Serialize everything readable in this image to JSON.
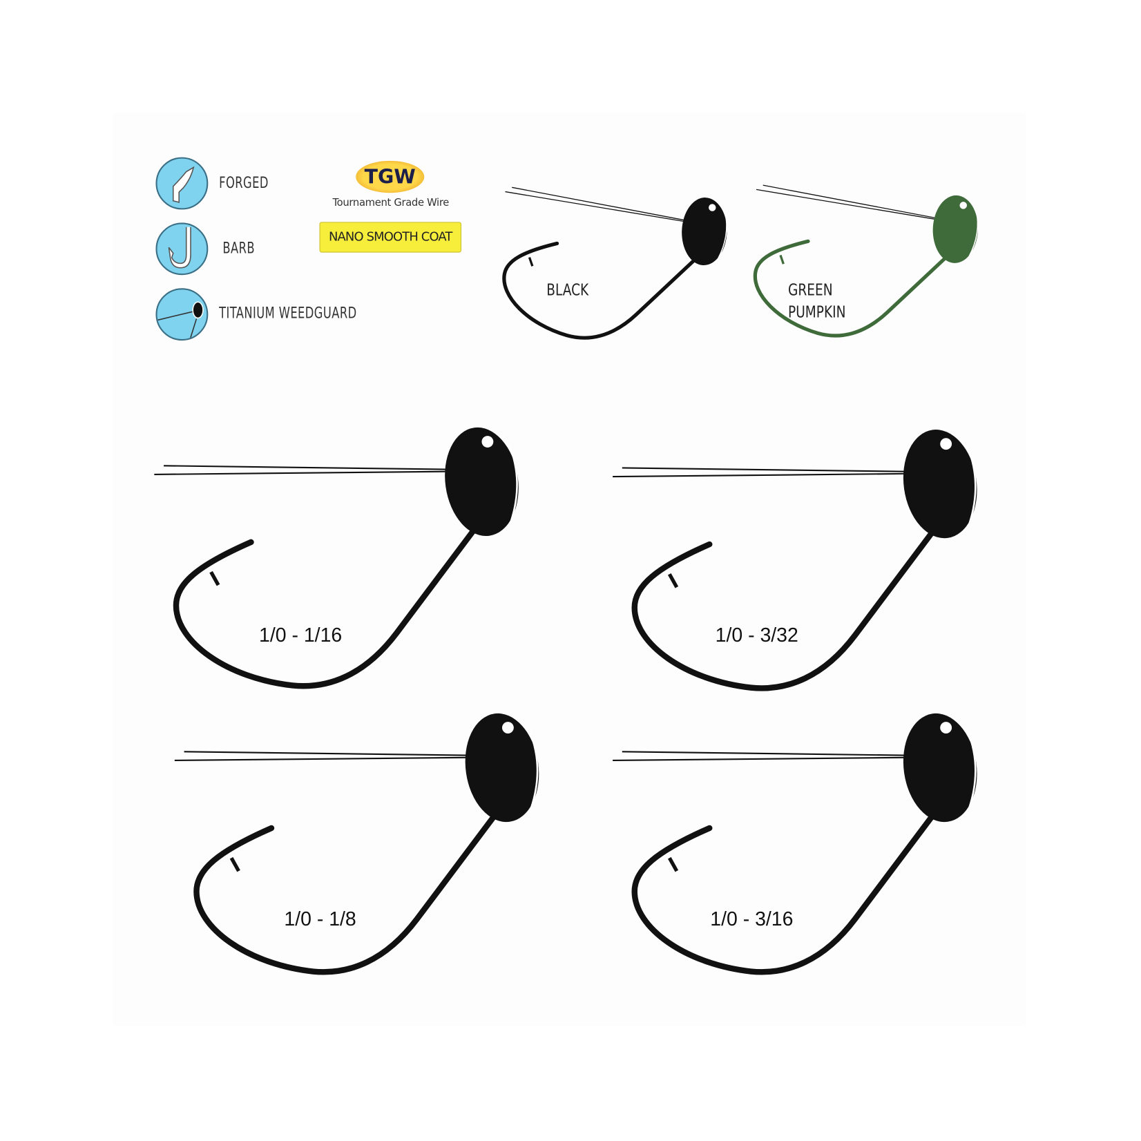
{
  "features": [
    {
      "label": "FORGED",
      "icon": "forged-wire-icon"
    },
    {
      "label": "BARB",
      "icon": "barb-hook-icon"
    },
    {
      "label": "TITANIUM WEEDGUARD",
      "icon": "weedguard-icon"
    }
  ],
  "logos": {
    "tgw": {
      "mark": "TGW",
      "subtitle": "Tournament Grade Wire"
    },
    "nano": {
      "text": "NANO SMOOTH COAT"
    }
  },
  "colors": [
    {
      "name": "BLACK",
      "hex": "#111111"
    },
    {
      "name_line1": "GREEN",
      "name_line2": "PUMPKIN",
      "hex": "#3f6a3a"
    }
  ],
  "sizes": [
    {
      "label": "1/0 - 1/16"
    },
    {
      "label": "1/0 - 3/32"
    },
    {
      "label": "1/0 - 1/8"
    },
    {
      "label": "1/0 - 3/16"
    }
  ],
  "accent": {
    "icon_blue": "#7fd3ef",
    "nano_yellow": "#f7ee3c",
    "tgw_gold": "#ffd84a"
  }
}
